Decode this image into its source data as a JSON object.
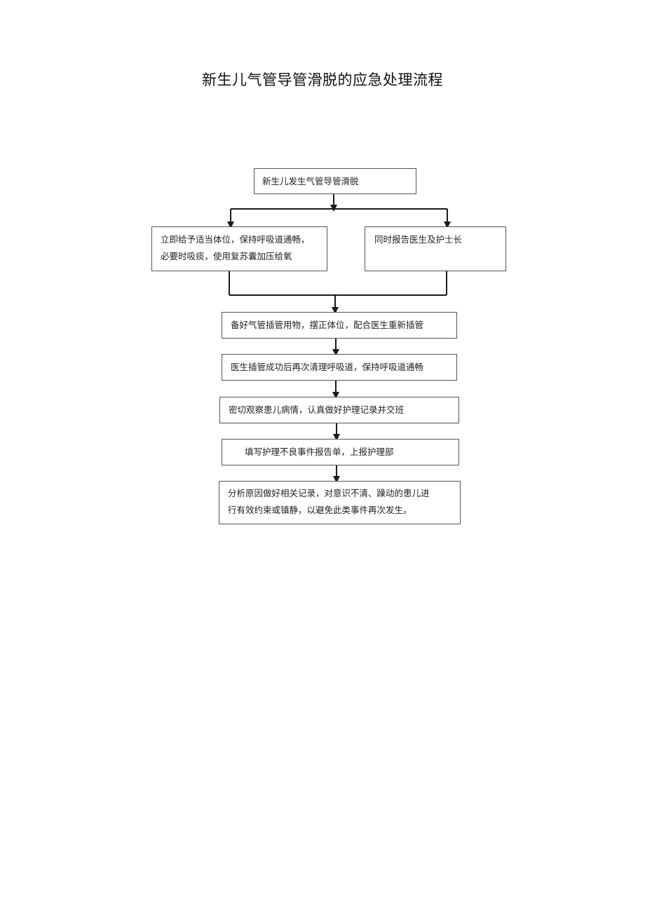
{
  "title": "新生儿气管导管滑脱的应急处理流程",
  "steps": {
    "start": "新生儿发生气管导管滑脱",
    "left_line1": "立即给予适当体位，保持呼吸道通畅，",
    "left_line2": "必要时吸痰，使用复苏囊加压给氧",
    "right": "同时报告医生及护士长",
    "s3": "备好气管插管用物，摆正体位，配合医生重新插管",
    "s4": "医生插管成功后再次清理呼吸道，保持呼吸道通畅",
    "s5": "密切观察患儿病情，认真做好护理记录并交班",
    "s6": "填写护理不良事件报告单，上报护理部",
    "s7_line1": "分析原因做好相关记录，对意识不清、躁动的患儿进",
    "s7_line2": "行有效约束或镇静，以避免此类事件再次发生。"
  }
}
